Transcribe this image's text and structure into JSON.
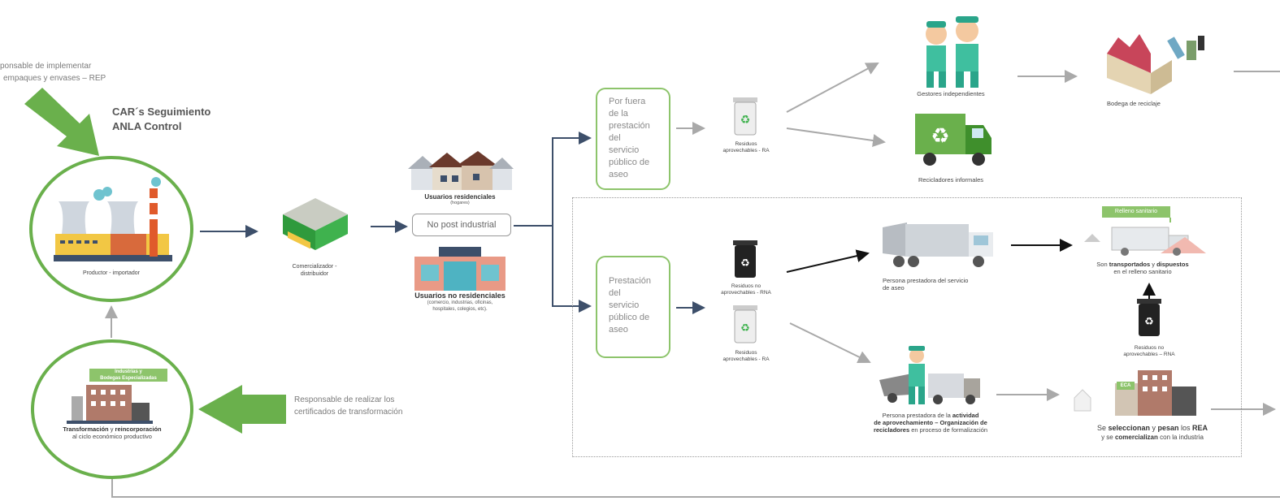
{
  "colors": {
    "green": "#6ab04c",
    "light_green": "#8dc46b",
    "navy": "#3d4f6a",
    "gray": "#a9a9a9",
    "black": "#111111"
  },
  "rep_text": {
    "line1": "ponsable de implementar",
    "line2": "empaques y envases – REP"
  },
  "car_text": {
    "line1": "CAR´s Seguimiento",
    "line2": "ANLA Control"
  },
  "producer": {
    "label": "Productor - importador"
  },
  "transformer": {
    "badge_line1": "Industrias y",
    "badge_line2": "Bodegas Especializadas",
    "label_bold1": "Transformación",
    "label_mid": " y ",
    "label_bold2": "reincorporación",
    "label_line2": "al ciclo económico productivo"
  },
  "certificates_text": {
    "line1": "Responsable de realizar los",
    "line2": "certificados de transformación"
  },
  "distributor": {
    "line1": "Comercializador -",
    "line2": "distribuidor"
  },
  "residential": {
    "title": "Usuarios residenciales",
    "subtitle": "(hogares)"
  },
  "no_post": {
    "label": "No post industrial"
  },
  "non_residential": {
    "title": "Usuarios no residenciales",
    "line1": "(comercio, industrias, oficinas,",
    "line2": "hospitales, colegios, etc)."
  },
  "box_outside": {
    "lines": [
      "Por fuera",
      "de la",
      "prestación",
      "del",
      "servicio",
      "público de",
      "aseo"
    ]
  },
  "box_service": {
    "lines": [
      "Prestación",
      "del",
      "servicio",
      "público de",
      "aseo"
    ]
  },
  "bins": {
    "ra_top": {
      "line1": "Residuos",
      "line2": "aprovechables - RA"
    },
    "rna": {
      "line1": "Residuos no",
      "line2": "aprovechables - RNA"
    },
    "ra_bottom": {
      "line1": "Residuos",
      "line2": "aprovechables - RA"
    },
    "rna_right": {
      "line1": "Residuos no",
      "line2": "aprovechables – RNA"
    }
  },
  "independent": {
    "label": "Gestores independientes"
  },
  "informal": {
    "label": "Recicladores informales"
  },
  "warehouse": {
    "label": "Bodega de reciclaje"
  },
  "cleaning_provider": {
    "line1": "Persona prestadora del servicio",
    "line2": "de aseo"
  },
  "landfill": {
    "flag": "Relleno sanitario",
    "line1_a": "Son ",
    "line1_b": "transportados",
    "line1_c": " y ",
    "line1_d": "dispuestos",
    "line2": "en el  relleno sanitario"
  },
  "recycling_org": {
    "line1_a": "Persona prestadora de la ",
    "line1_b": "actividad",
    "line2": "de aprovechamiento – Organización de",
    "line3_a": "recicladores",
    "line3_b": " en proceso de formalización"
  },
  "eca": {
    "badge": "ECA",
    "line1_a": "Se ",
    "line1_b": "seleccionan",
    "line1_c": " y ",
    "line1_d": "pesan",
    "line1_e": " los ",
    "line1_f": "REA",
    "line2_a": "y se ",
    "line2_b": "comercializan",
    "line2_c": " con la industria"
  }
}
